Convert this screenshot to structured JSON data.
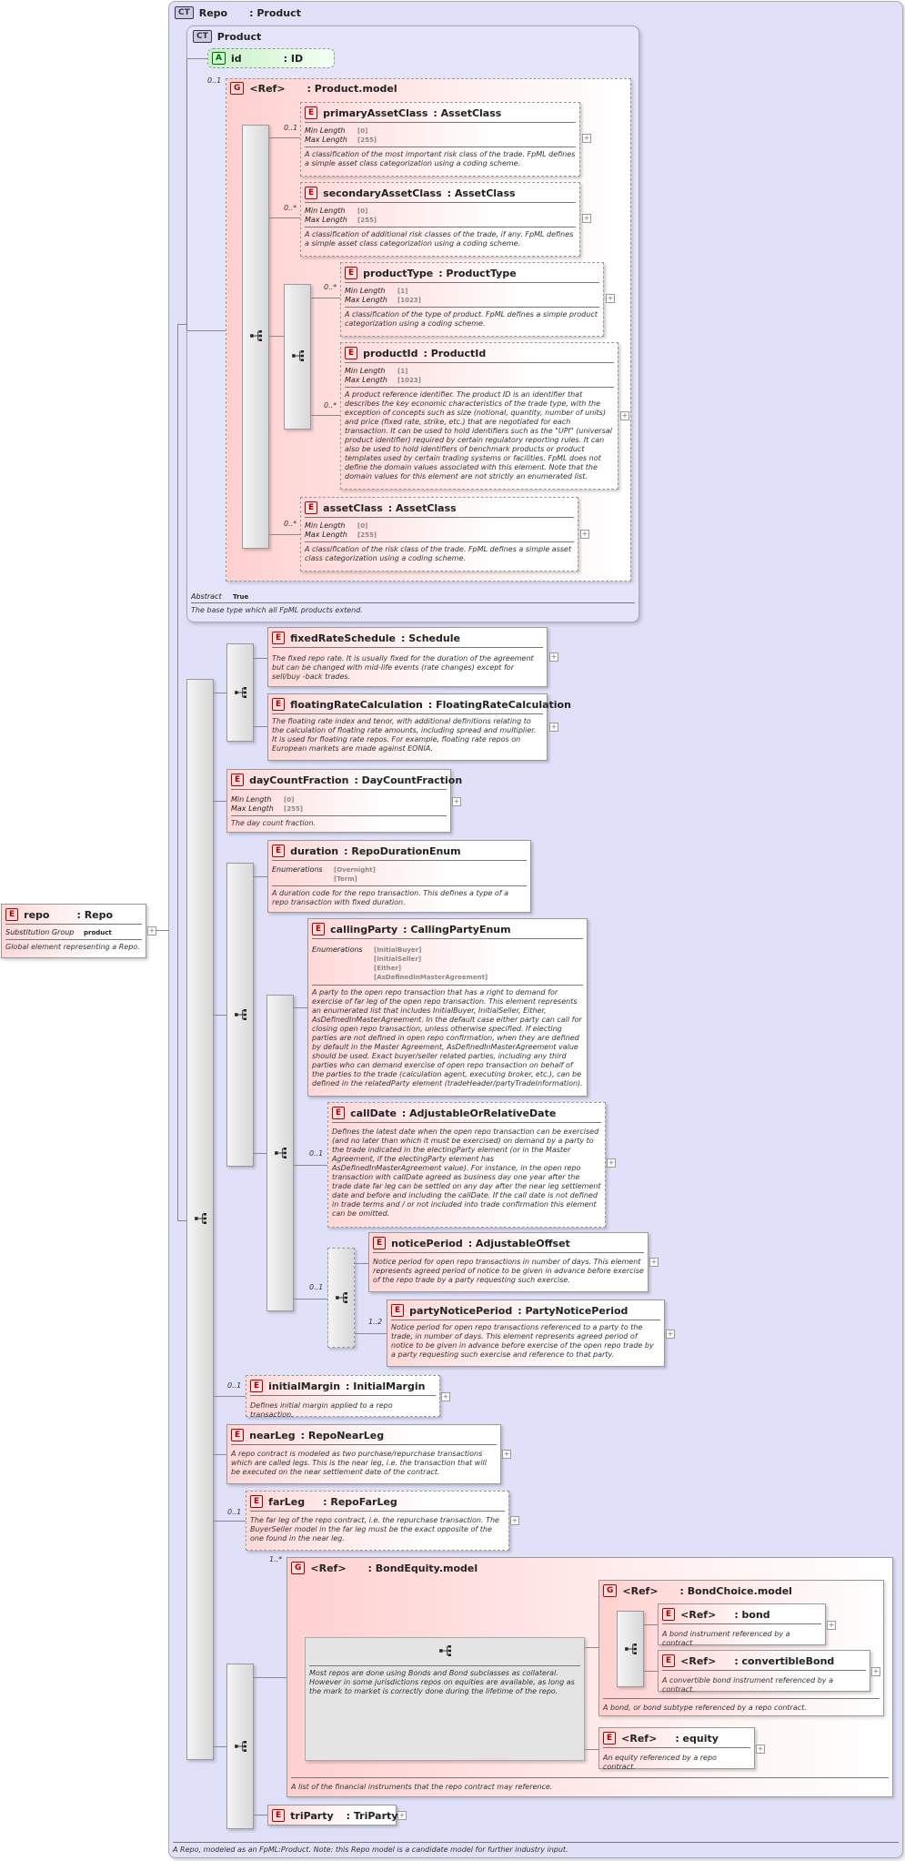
{
  "repo_ct": {
    "badge": "CT",
    "name": "Repo",
    "type": ": Product",
    "doc": "A Repo, modeled as an FpML:Product. Note: this Repo model is a candidate model for further industry input."
  },
  "product_ct": {
    "badge": "CT",
    "name": "Product",
    "abstract_label": "Abstract",
    "abstract_value": "True",
    "doc": "The base type which all FpML products extend."
  },
  "id_attr": {
    "badge": "A",
    "name": "id",
    "type": ": ID"
  },
  "product_model": {
    "badge": "G",
    "ref": "<Ref>",
    "name": ": Product.model",
    "occ": "0..1"
  },
  "primaryAssetClass": {
    "name": "primaryAssetClass",
    "type": ": AssetClass",
    "occ": "0..1",
    "min_label": "Min Length",
    "min": "[0]",
    "max_label": "Max Length",
    "max": "[255]",
    "doc": "A classification of the most important risk class of the trade. FpML defines a simple asset class categorization using a coding scheme."
  },
  "secondaryAssetClass": {
    "name": "secondaryAssetClass",
    "type": ": AssetClass",
    "occ": "0..*",
    "min_label": "Min Length",
    "min": "[0]",
    "max_label": "Max Length",
    "max": "[255]",
    "doc": "A classification of additional risk classes of the trade, if any. FpML defines a simple asset class categorization using a coding scheme."
  },
  "productType": {
    "name": "productType",
    "type": ": ProductType",
    "occ": "0..*",
    "min_label": "Min Length",
    "min": "[1]",
    "max_label": "Max Length",
    "max": "[1023]",
    "doc": "A classification of the type of product. FpML defines a simple product categorization using a coding scheme."
  },
  "productId": {
    "name": "productId",
    "type": ": ProductId",
    "occ": "0..*",
    "min_label": "Min Length",
    "min": "[1]",
    "max_label": "Max Length",
    "max": "[1023]",
    "doc": "A product reference identifier. The product ID is an identifier that describes the key economic characteristics of the trade type, with the exception of concepts such as size (notional, quantity, number of units) and price (fixed rate, strike, etc.) that are negotiated for each transaction. It can be used to hold identifiers such as the \"UPI\" (universal product identifier) required by certain regulatory reporting rules. It can also be used to hold identifiers of benchmark products or product templates used by certain trading systems or facilities. FpML does not define the domain values associated with this element. Note that the domain values for this element are not strictly an enumerated list."
  },
  "assetClass": {
    "name": "assetClass",
    "type": ": AssetClass",
    "occ": "0..*",
    "min_label": "Min Length",
    "min": "[0]",
    "max_label": "Max Length",
    "max": "[255]",
    "doc": "A classification of the risk class of the trade. FpML defines a simple asset class categorization using a coding scheme."
  },
  "fixedRateSchedule": {
    "name": "fixedRateSchedule",
    "type": ": Schedule",
    "doc": "The fixed repo rate. It is usually fixed for the duration of the agreement but can be changed with mid-life events (rate changes) except for sell/buy -back trades."
  },
  "floatingRateCalculation": {
    "name": "floatingRateCalculation",
    "type": ": FloatingRateCalculation",
    "doc": "The floating rate index and tenor, with additional definitions relating to the calculation of floating rate amounts, including spread and multiplier. It is used for floating rate repos. For example, floating rate repos on European markets are made against EONIA."
  },
  "dayCountFraction": {
    "name": "dayCountFraction",
    "type": ": DayCountFraction",
    "min_label": "Min Length",
    "min": "[0]",
    "max_label": "Max Length",
    "max": "[255]",
    "doc": "The day count fraction."
  },
  "duration": {
    "name": "duration",
    "type": ": RepoDurationEnum",
    "enum_label": "Enumerations",
    "enums": [
      "[Overnight]",
      "[Term]"
    ],
    "doc": "A duration code for the repo transaction. This defines a type of a repo transaction with fixed duration."
  },
  "callingParty": {
    "name": "callingParty",
    "type": ": CallingPartyEnum",
    "enum_label": "Enumerations",
    "enums": [
      "[InitialBuyer]",
      "[InitialSeller]",
      "[Either]",
      "[AsDefinedInMasterAgreement]"
    ],
    "doc": "A party to the open repo transaction that has a right to demand for exercise of far leg of the open repo transaction. This element represents an enumerated list that includes InitialBuyer, InitialSeller, Either, AsDefinedInMasterAgreement. In the default case either party can call for closing open repo transaction, unless otherwise specified. If electing parties are not defined in open repo confirmation, when they are defined by default in the Master Agreement, AsDefinedInMasterAgreement value should be used. Exact buyer/seller related parties, including any third parties who can demand exercise of open repo transaction on behalf of the parties to the trade (calculation agent, executing broker, etc.), can be defined in the relatedParty element (tradeHeader/partyTradeInformation)."
  },
  "callDate": {
    "name": "callDate",
    "type": ": AdjustableOrRelativeDate",
    "occ": "0..1",
    "doc": "Defines the latest date when the open repo transaction can be exercised (and no later than which it must be exercised) on demand by a party to the trade indicated in the electingParty element (or in the Master Agreement, if the electingParty element has AsDefinedInMasterAgreement value). For instance, in the open repo transaction with callDate agreed as business day one year after the trade date far leg can be settled on any day after the near leg settlement date and before and including the callDate. If the call date is not defined in trade terms and / or not included into trade confirmation this element can be omitted."
  },
  "noticePeriod": {
    "name": "noticePeriod",
    "type": ": AdjustableOffset",
    "doc": "Notice period for open repo transactions in number of days. This element represents agreed period of notice to be given in advance before exercise of the repo trade by a party requesting such exercise."
  },
  "partyNoticePeriod": {
    "name": "partyNoticePeriod",
    "type": ": PartyNoticePeriod",
    "occ": "1..2",
    "doc": "Notice period for open repo transactions referenced to a party to the trade, in number of days. This element represents agreed period of notice to be given in advance before exercise of the open repo trade by a party requesting such exercise and reference to that party."
  },
  "notice_seq_occ": "0..1",
  "initialMargin": {
    "name": "initialMargin",
    "type": ": InitialMargin",
    "occ": "0..1",
    "doc": "Defines initial margin applied to a repo transaction."
  },
  "nearLeg": {
    "name": "nearLeg",
    "type": ": RepoNearLeg",
    "doc": "A repo contract is modeled as two purchase/repurchase transactions which are called legs. This is the near leg, i.e. the transaction that will be executed on the near settlement date of the contract."
  },
  "farLeg": {
    "name": "farLeg",
    "type": ": RepoFarLeg",
    "occ": "0..1",
    "doc": "The far leg of the repo contract, i.e. the repurchase transaction. The BuyerSeller model in the far leg must be the exact opposite of the one found in the near leg."
  },
  "bondEquity": {
    "badge": "G",
    "ref": "<Ref>",
    "name": ": BondEquity.model",
    "occ": "1..*",
    "doc": "A list of the financial instruments that the repo contract may reference.",
    "choice_doc": "Most repos are done using Bonds and Bond subclasses as collateral. However in some jurisdictions repos on equities are available, as long as the mark to market is correctly done during the lifetime of the repo."
  },
  "bondChoice": {
    "badge": "G",
    "ref": "<Ref>",
    "name": ": BondChoice.model",
    "doc": "A bond, or bond subtype referenced by a repo contract."
  },
  "bond": {
    "ref": "<Ref>",
    "name": ": bond",
    "doc": "A bond instrument referenced by a contract"
  },
  "convertibleBond": {
    "ref": "<Ref>",
    "name": ": convertibleBond",
    "doc": "A convertible bond instrument referenced by a contract."
  },
  "equity": {
    "ref": "<Ref>",
    "name": ": equity",
    "doc": "An equity referenced by a repo contract."
  },
  "triParty": {
    "name": "triParty",
    "type": ": TriParty"
  },
  "repo_el": {
    "name": "repo",
    "type": ": Repo",
    "sg_label": "Substitution Group",
    "sg_value": "product",
    "doc": "Global element representing a Repo."
  },
  "badge_E": "E",
  "plus": "+"
}
